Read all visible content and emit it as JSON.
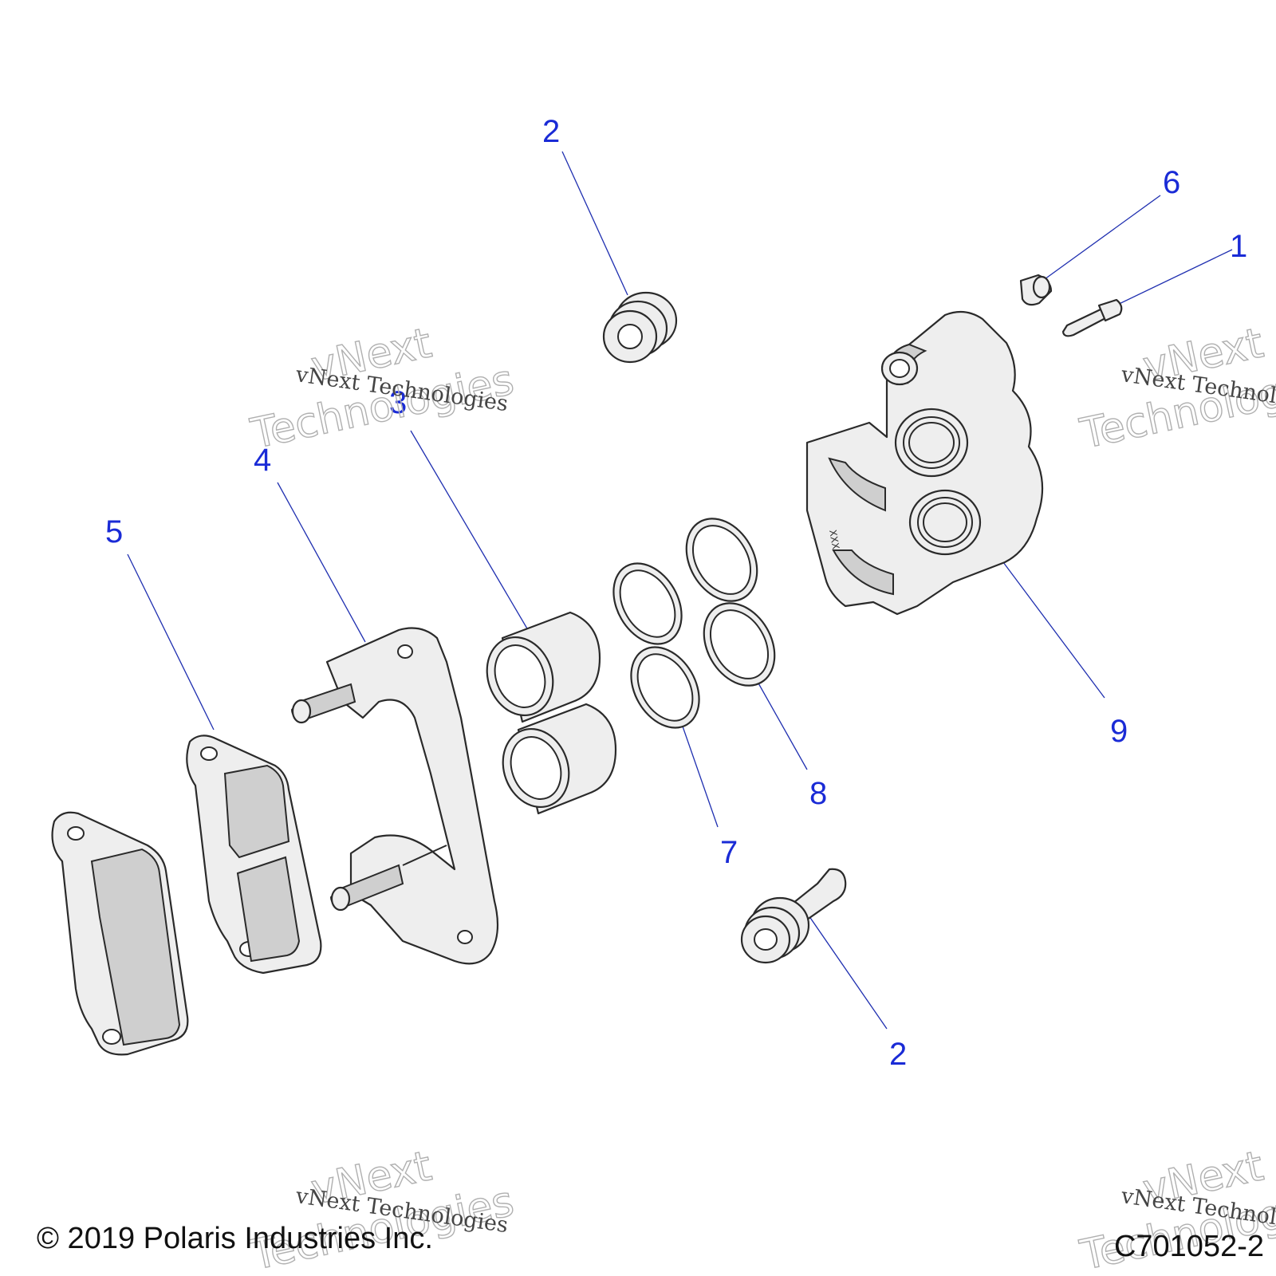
{
  "callouts": [
    {
      "id": "2a",
      "text": "2"
    },
    {
      "id": "6",
      "text": "6"
    },
    {
      "id": "1",
      "text": "1"
    },
    {
      "id": "3",
      "text": "3"
    },
    {
      "id": "4",
      "text": "4"
    },
    {
      "id": "5",
      "text": "5"
    },
    {
      "id": "9",
      "text": "9"
    },
    {
      "id": "8",
      "text": "8"
    },
    {
      "id": "7",
      "text": "7"
    },
    {
      "id": "2b",
      "text": "2"
    }
  ],
  "part_marking": "XXX",
  "watermark": {
    "line1": "vNext Technologies",
    "line2a": "vNext",
    "line2b": "Technologies"
  },
  "footer": {
    "copyright": "© 2019 Polaris Industries Inc.",
    "code": "C701052-2"
  }
}
